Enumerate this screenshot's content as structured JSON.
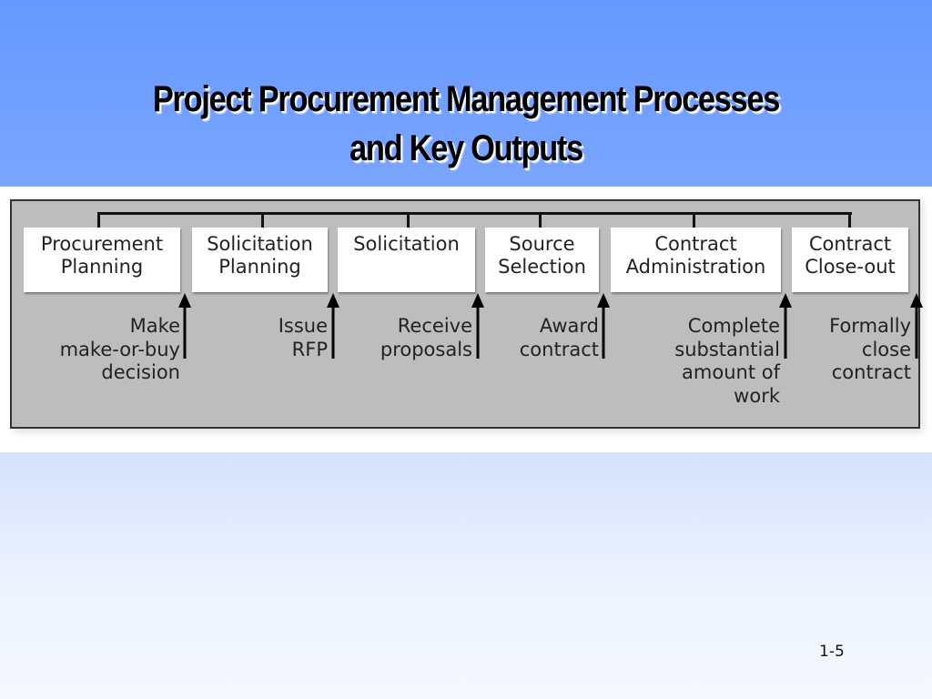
{
  "slide": {
    "title_line1": "Project Procurement Management Processes",
    "title_line2": "and Key Outputs",
    "page_number": "1-5",
    "colors": {
      "background_top": "#6699FF",
      "background_bottom": "#F5F8FF",
      "diagram_fill": "#BDBDBD",
      "box_fill": "#FFFFFF"
    }
  },
  "diagram": {
    "processes": [
      {
        "label": "Procurement\nPlanning",
        "output": "Make\nmake-or-buy\ndecision"
      },
      {
        "label": "Solicitation\nPlanning",
        "output": "Issue\nRFP"
      },
      {
        "label": "Solicitation",
        "output": "Receive\nproposals"
      },
      {
        "label": "Source\nSelection",
        "output": "Award\ncontract"
      },
      {
        "label": "Contract\nAdministration",
        "output": "Complete\nsubstantial\namount of\nwork"
      },
      {
        "label": "Contract\nClose-out",
        "output": "Formally\nclose\ncontract"
      }
    ]
  }
}
